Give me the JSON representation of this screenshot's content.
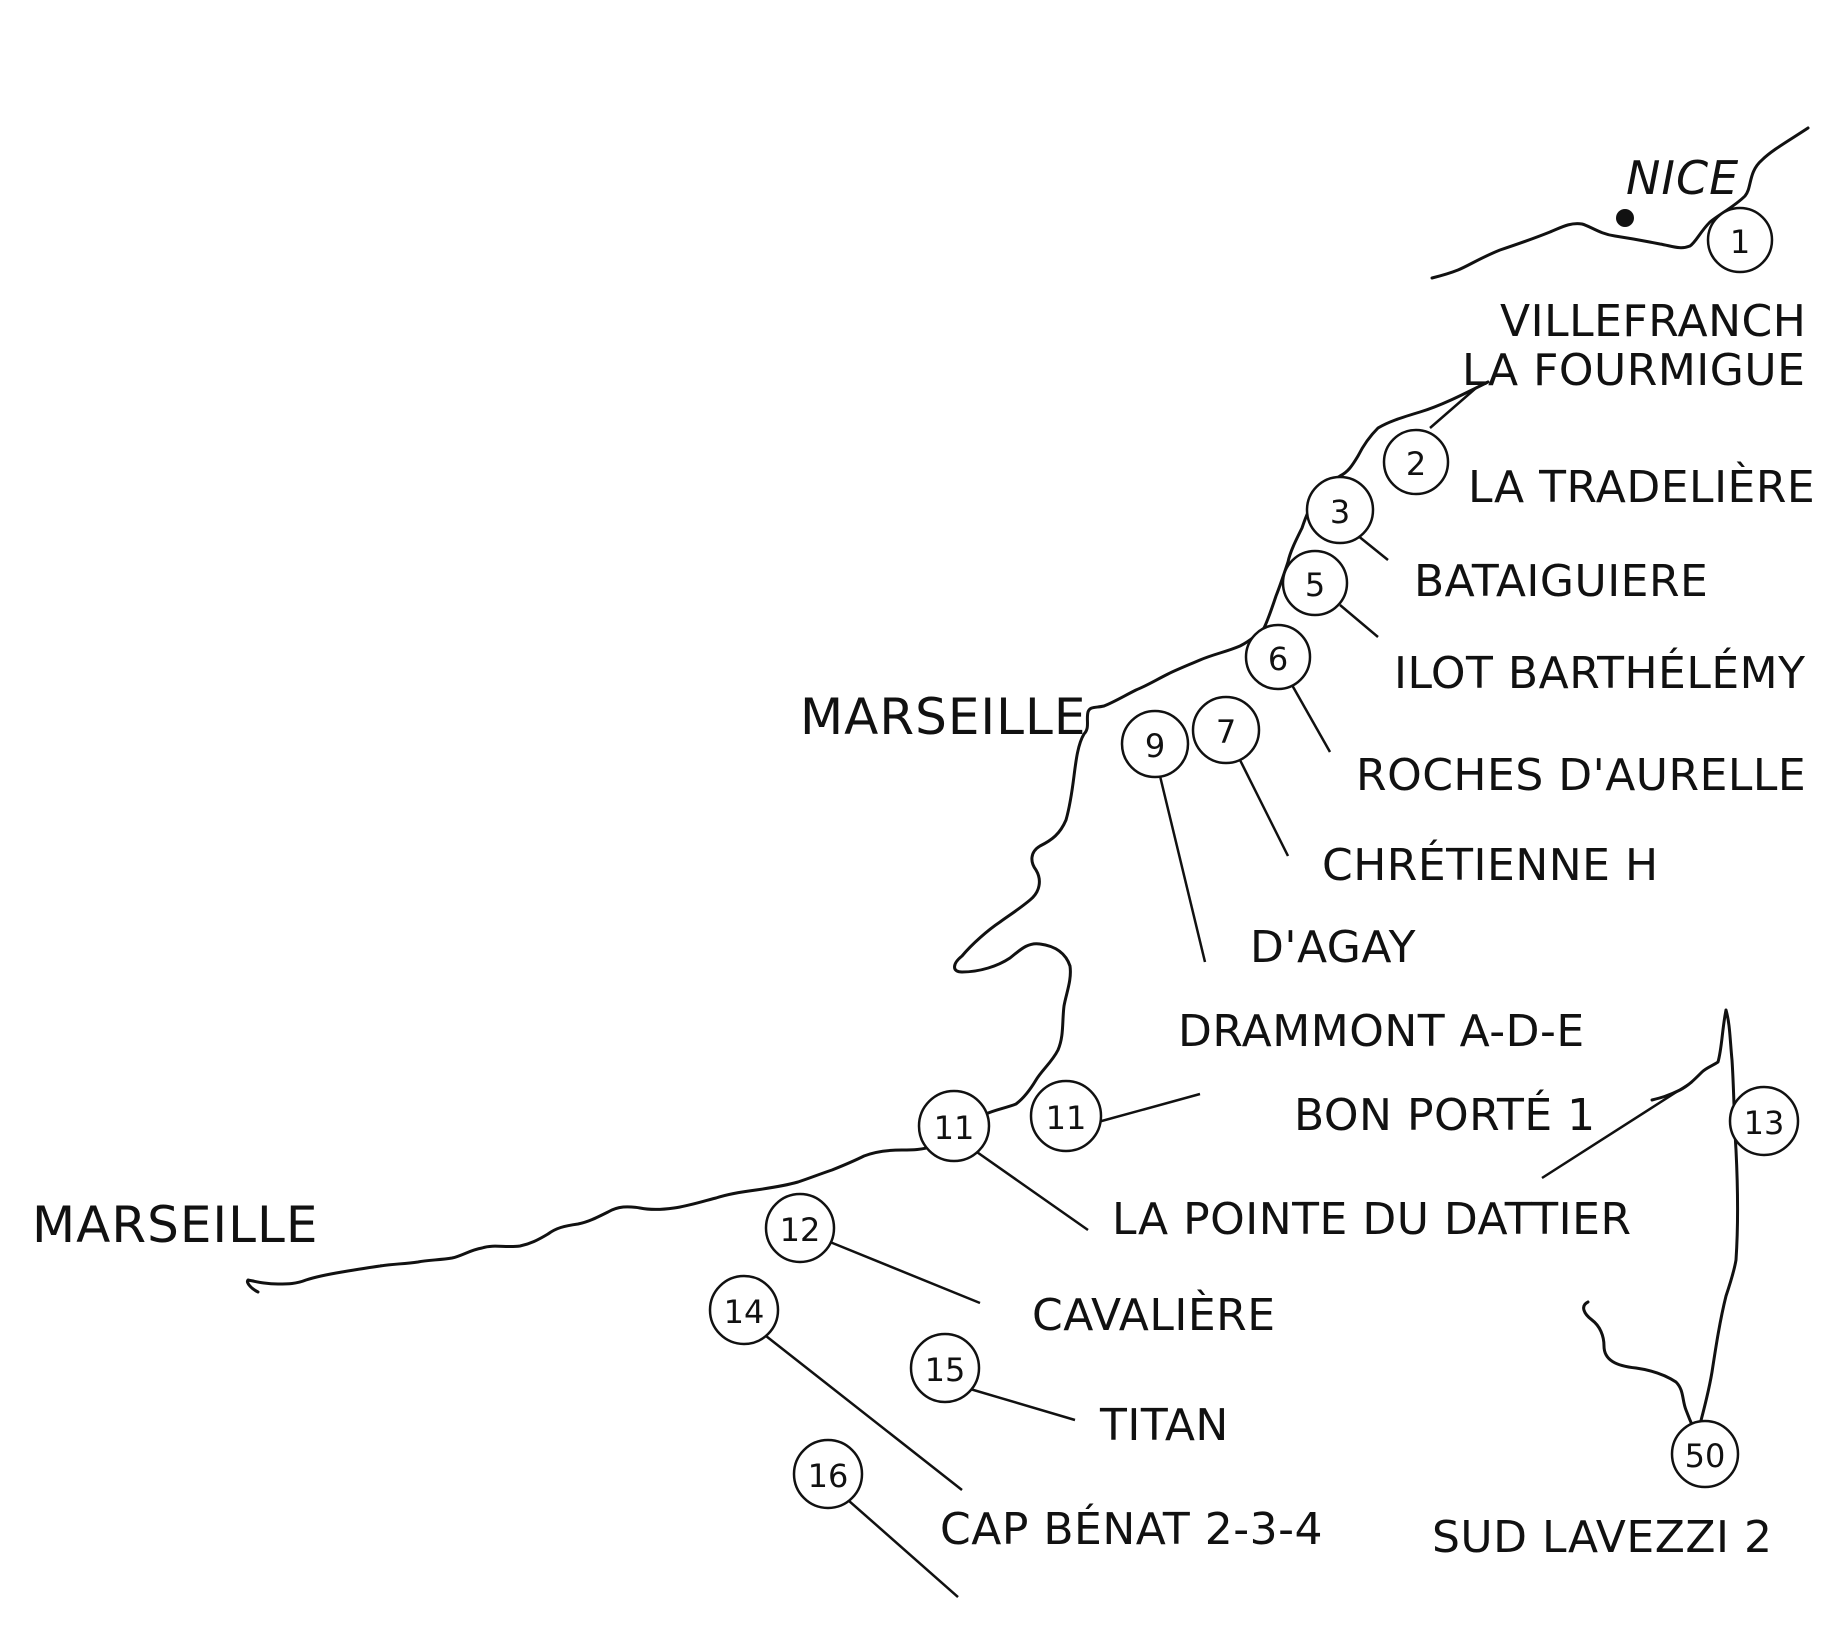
{
  "map": {
    "cities": {
      "nice": "NICE",
      "marseille_top": "MARSEILLE",
      "marseille_left": "MARSEILLE"
    },
    "markers": [
      "1",
      "2",
      "3",
      "5",
      "6",
      "7",
      "9",
      "11",
      "11",
      "12",
      "13",
      "14",
      "15",
      "16",
      "50"
    ],
    "sites": {
      "villefranche": "VILLEFRANCH",
      "la_fourmigue": "LA FOURMIGUE",
      "la_tradeliere": "LA TRADELIÈRE",
      "bataiguiere": "BATAIGUIERE",
      "ilot_barthelemy": "ILOT BARTHÉLÉMY",
      "roches_daurelle": "ROCHES D'AURELLE",
      "chretienne_h": "CHRÉTIENNE H",
      "dagay": "D'AGAY",
      "drammont": "DRAMMONT A-D-E",
      "bon_porte": "BON PORTÉ 1",
      "la_pointe_du_dattier": "LA POINTE DU DATTIER",
      "cavaliere": "CAVALIÈRE",
      "titan": "TITAN",
      "cap_benat": "CAP BÉNAT 2-3-4",
      "sud_lavezzi": "SUD LAVEZZI 2"
    }
  }
}
